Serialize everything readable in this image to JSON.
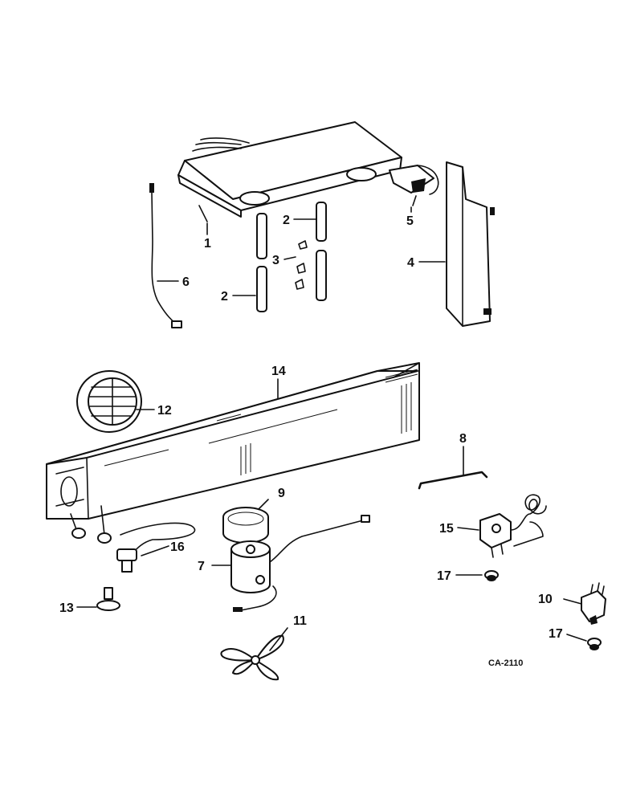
{
  "diagram": {
    "drawing_code": "CA-2110",
    "callouts": [
      {
        "id": "1",
        "label": "1"
      },
      {
        "id": "2a",
        "label": "2"
      },
      {
        "id": "2b",
        "label": "2"
      },
      {
        "id": "3",
        "label": "3"
      },
      {
        "id": "4",
        "label": "4"
      },
      {
        "id": "5",
        "label": "5"
      },
      {
        "id": "6",
        "label": "6"
      },
      {
        "id": "7",
        "label": "7"
      },
      {
        "id": "8",
        "label": "8"
      },
      {
        "id": "9",
        "label": "9"
      },
      {
        "id": "10",
        "label": "10"
      },
      {
        "id": "11",
        "label": "11"
      },
      {
        "id": "12",
        "label": "12"
      },
      {
        "id": "13",
        "label": "13"
      },
      {
        "id": "14",
        "label": "14"
      },
      {
        "id": "15",
        "label": "15"
      },
      {
        "id": "16",
        "label": "16"
      },
      {
        "id": "17a",
        "label": "17"
      },
      {
        "id": "17b",
        "label": "17"
      }
    ]
  }
}
